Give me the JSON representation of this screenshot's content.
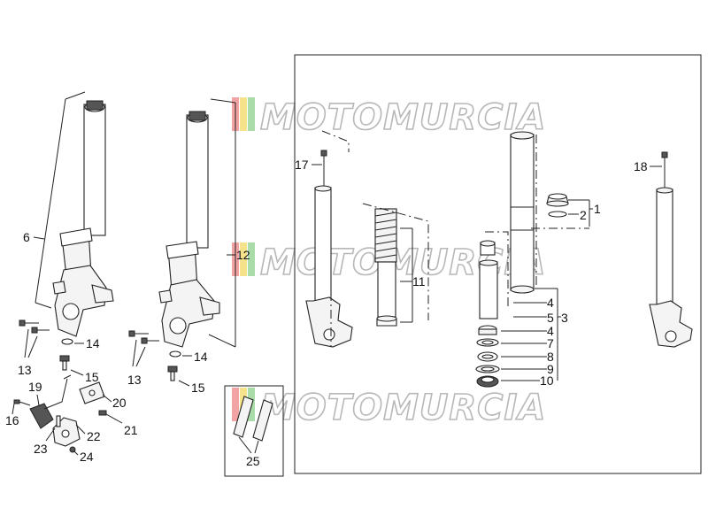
{
  "watermark": {
    "text": "MOTOMURCIA",
    "stripe_colors": [
      "#f2a3a3",
      "#f5e28a",
      "#a9dca9"
    ]
  },
  "callouts": {
    "c1": "1",
    "c2": "2",
    "c3": "3",
    "c4a": "4",
    "c4b": "4",
    "c5": "5",
    "c6": "6",
    "c7": "7",
    "c8": "8",
    "c9": "9",
    "c10": "10",
    "c11": "11",
    "c12": "12",
    "c13a": "13",
    "c13b": "13",
    "c14a": "14",
    "c14b": "14",
    "c15a": "15",
    "c15b": "15",
    "c16": "16",
    "c17": "17",
    "c18": "18",
    "c19": "19",
    "c20": "20",
    "c21": "21",
    "c22": "22",
    "c23": "23",
    "c24": "24",
    "c25": "25"
  },
  "icons": {
    "fork_leg": "fork-leg-icon",
    "spring": "spring-icon",
    "bolt": "bolt-icon",
    "sensor": "speed-sensor-icon"
  }
}
